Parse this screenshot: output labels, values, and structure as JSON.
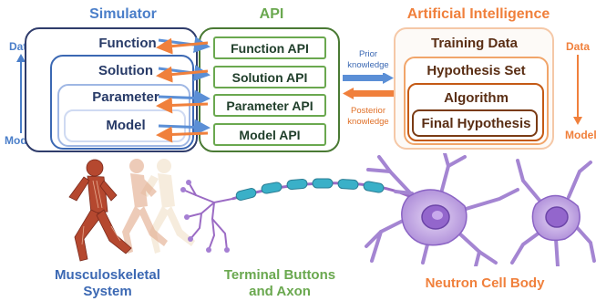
{
  "titles": {
    "simulator": "Simulator",
    "api": "API",
    "ai": "Artificial Intelligence"
  },
  "simulator": {
    "levels": [
      "Function",
      "Solution",
      "Parameter",
      "Model"
    ],
    "side_top": "Data",
    "side_bottom": "Model"
  },
  "api": {
    "items": [
      "Function API",
      "Solution API",
      "Parameter API",
      "Model API"
    ],
    "prior_label": "Prior\nknowledge",
    "posterior_label": "Posterior\nknowledge"
  },
  "ai": {
    "levels": [
      "Training Data",
      "Hypothesis Set",
      "Algorithm",
      "Final Hypothesis"
    ],
    "side_top": "Data",
    "side_bottom": "Model"
  },
  "bottom": {
    "musculoskeletal": "Musculoskeletal\nSystem",
    "terminal": "Terminal Buttons\nand Axon",
    "neutron": "Neutron Cell Body"
  },
  "colors": {
    "simulator": "#4a7ec9",
    "api": "#6aa84f",
    "ai": "#f0803c",
    "arrow_blue": "#5b8fd6",
    "arrow_orange": "#f0803c"
  }
}
